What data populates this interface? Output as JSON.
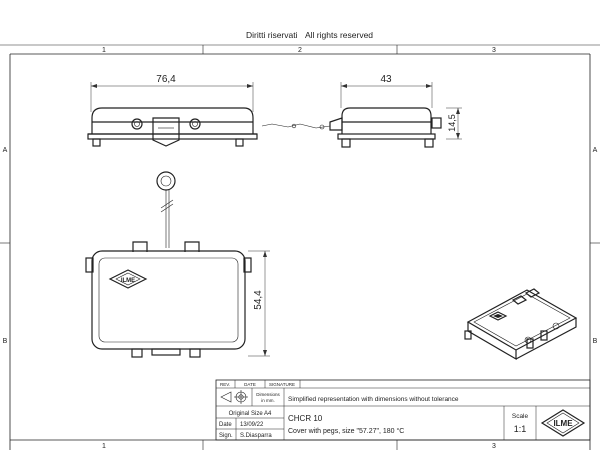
{
  "header": {
    "rights_it": "Diritti riservati",
    "rights_en": "All rights reserved"
  },
  "border": {
    "columns": [
      "1",
      "2",
      "3"
    ],
    "rows": [
      "A",
      "B"
    ]
  },
  "dimensions": {
    "length": "76,4",
    "depth": "43",
    "height": "14,5",
    "width": "54,4"
  },
  "title_block": {
    "rev_label": "REV.",
    "date_label": "DATE",
    "signature_label": "SIGNATURE",
    "dimensions_label_line1": "Dimensions",
    "dimensions_label_line2": "in mm.",
    "representation_note": "Simplified representation with dimensions without tolerance",
    "original_size": "Original Size A4",
    "date_key": "Date",
    "date_value": "13/09/22",
    "sign_key": "Sign.",
    "sign_value": "S.Diasparra",
    "part_code": "CHCR 10",
    "description": "Cover with pegs, size \"57.27\", 180 °C",
    "scale_label": "Scale",
    "scale_value": "1:1",
    "logo_text": "ILME"
  },
  "views": {
    "iso_logo_text": "ILME",
    "top_logo_text": "ILME"
  },
  "colors": {
    "line": "#222222",
    "background": "#ffffff"
  }
}
